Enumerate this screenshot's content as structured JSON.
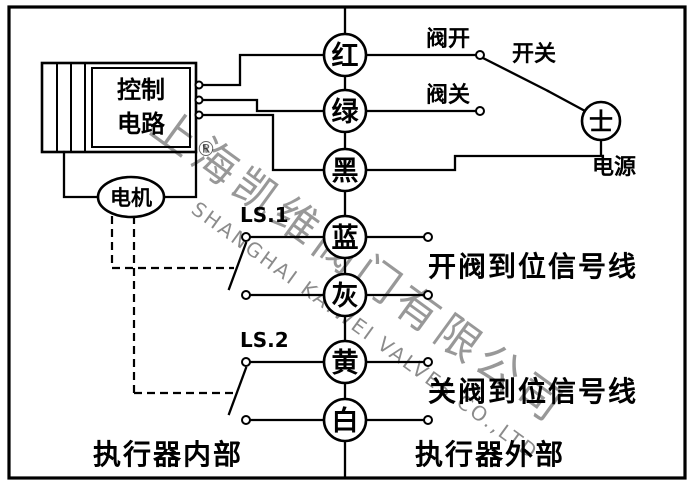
{
  "control_box": {
    "line1": "控制",
    "line2": "电路"
  },
  "motor_label": "电机",
  "wires": {
    "red": "红",
    "green": "绿",
    "black": "黑",
    "blue": "蓝",
    "gray": "灰",
    "yellow": "黄",
    "white": "白"
  },
  "limit_switches": {
    "ls1": "LS.1",
    "ls2": "LS.2"
  },
  "right_labels": {
    "valve_open": "阀开",
    "valve_close": "阀关",
    "switch": "开关",
    "power_symbol": "士",
    "power": "电源"
  },
  "signal_labels": {
    "open_in_place": "开阀到位信号线",
    "close_in_place": "关阀到位信号线"
  },
  "bottom_labels": {
    "internal": "执行器内部",
    "external": "执行器外部"
  },
  "watermark": {
    "cn": "上海凯维阀门有限公司",
    "en": "SHANGHAI KAIWEI VALVES CO.,LTD",
    "registered": "®"
  },
  "colors": {
    "line": "#000000",
    "background": "#ffffff",
    "watermark": "#c08086"
  }
}
